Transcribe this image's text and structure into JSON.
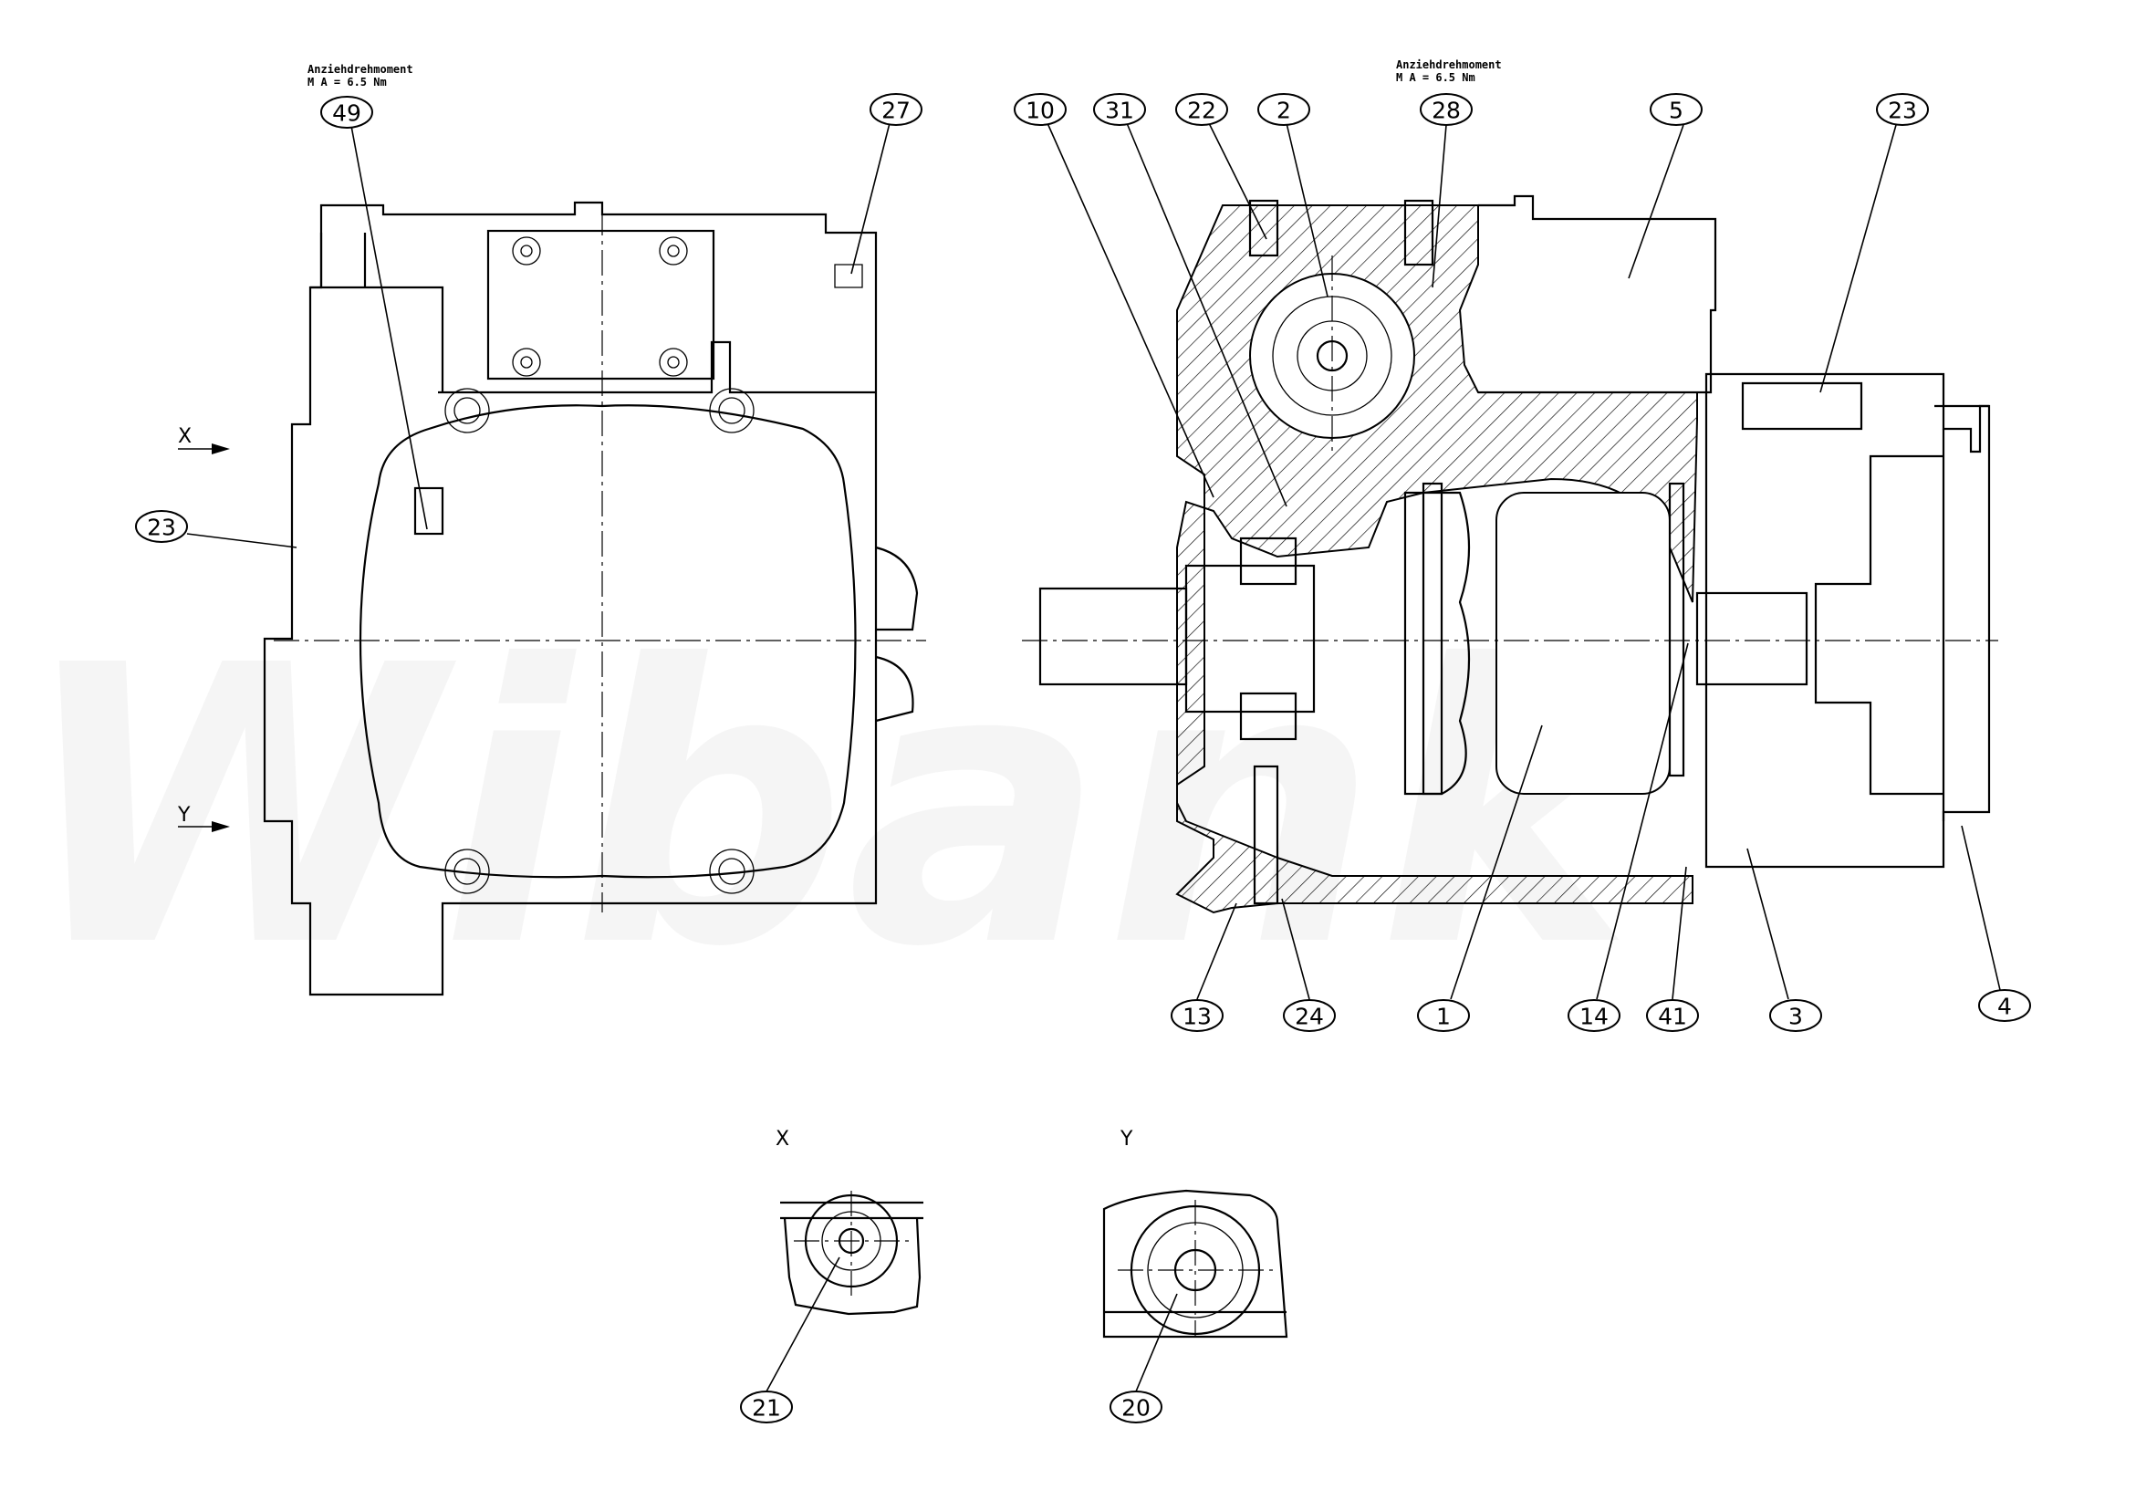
{
  "watermark": "Wibank",
  "notes": {
    "left": {
      "line1": "Anziehdrehmoment",
      "line2": "M A = 6.5 Nm"
    },
    "right": {
      "line1": "Anziehdrehmoment",
      "line2": "M A = 6.5 Nm"
    }
  },
  "view_labels": {
    "x_arrow": "X",
    "y_arrow": "Y",
    "x_view": "X",
    "y_view": "Y"
  },
  "callouts": {
    "c49": "49",
    "c27": "27",
    "c23l": "23",
    "c10": "10",
    "c31": "31",
    "c22": "22",
    "c2": "2",
    "c28": "28",
    "c5": "5",
    "c23r": "23",
    "c13": "13",
    "c24": "24",
    "c1": "1",
    "c14": "14",
    "c41": "41",
    "c3": "3",
    "c4": "4",
    "c21": "21",
    "c20": "20"
  }
}
